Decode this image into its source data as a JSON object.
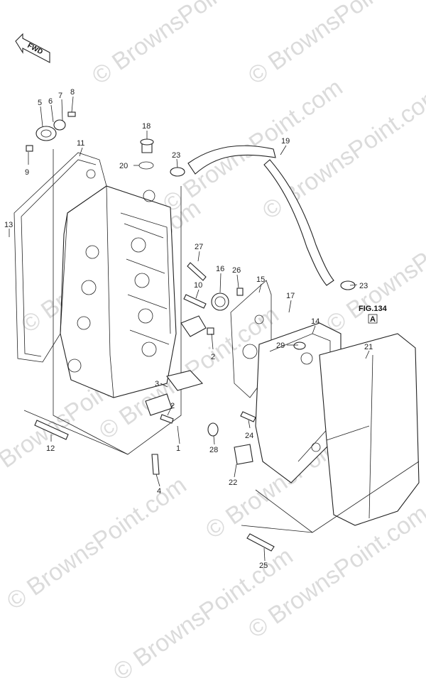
{
  "fwd_label": "FWD",
  "figure_ref": "FIG.134",
  "figure_ref_box": "A",
  "watermark": "© BrownsPoint.com",
  "callouts": [
    "1",
    "2",
    "2",
    "3",
    "4",
    "5",
    "6",
    "7",
    "8",
    "9",
    "10",
    "11",
    "12",
    "13",
    "14",
    "15",
    "16",
    "17",
    "18",
    "19",
    "20",
    "21",
    "22",
    "23",
    "23",
    "24",
    "25",
    "26",
    "27",
    "28",
    "29"
  ]
}
